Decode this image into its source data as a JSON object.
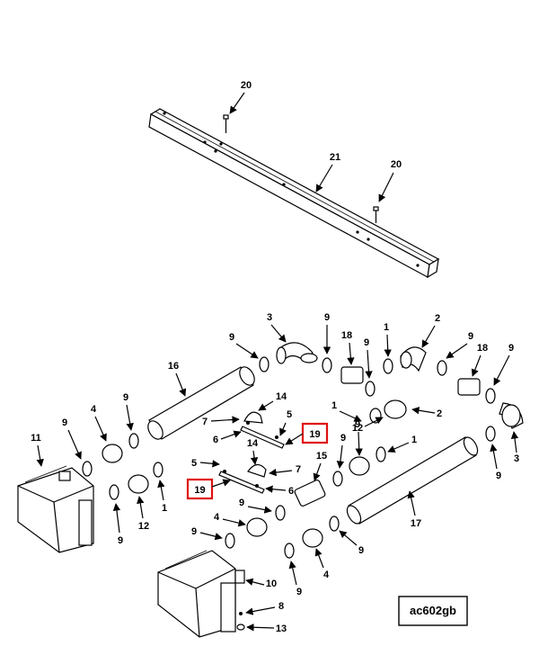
{
  "figure_id": "ac602gb",
  "callouts": {
    "c20a": "20",
    "c21": "21",
    "c20b": "20",
    "c3a": "3",
    "c9a": "9",
    "c1a": "1",
    "c2a": "2",
    "c9b": "9",
    "c18a": "18",
    "c9c": "9",
    "c9d": "9",
    "c18b": "18",
    "c9e": "9",
    "c16": "16",
    "c14a": "14",
    "c7a": "7",
    "c6a": "6",
    "c5a": "5",
    "c1b": "1",
    "c12a": "12",
    "c2b": "2",
    "c9f": "9",
    "c4a": "4",
    "c9g": "9",
    "c11": "11",
    "c5b": "5",
    "c14b": "14",
    "c7b": "7",
    "c6b": "6",
    "c15": "15",
    "c9h": "9",
    "c1c": "1",
    "c3b": "3",
    "c9i": "9",
    "c12b": "12",
    "c1d": "1",
    "c9j": "9",
    "c9k": "9",
    "c4b": "4",
    "c9l": "9",
    "c17": "17",
    "c4c": "4",
    "c9m": "9",
    "c9n": "9",
    "c9o": "9",
    "c10": "10",
    "c8": "8",
    "c13": "13"
  },
  "highlighted": {
    "h19a": "19",
    "h19b": "19"
  },
  "colors": {
    "highlight_border": "#e01010",
    "ink": "#000000"
  }
}
